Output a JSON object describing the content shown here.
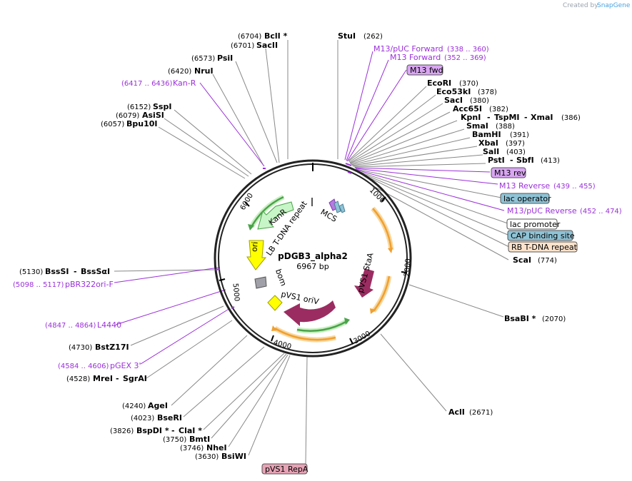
{
  "branding": {
    "prefix": "Created by",
    "name": "SnapGene"
  },
  "plasmid": {
    "name": "pDGB3_alpha2",
    "length_label": "6967 bp",
    "length": 6967
  },
  "ticks": [
    "1000",
    "2000",
    "3000",
    "4000",
    "5000",
    "6000"
  ],
  "sites": {
    "bcli": {
      "pos": "(6704)",
      "name": "BclI *"
    },
    "sacii": {
      "pos": "(6701)",
      "name": "SacII"
    },
    "psii": {
      "pos": "(6573)",
      "name": "PsiI"
    },
    "nrui": {
      "pos": "(6420)",
      "name": "NruI"
    },
    "sspi": {
      "pos": "(6152)",
      "name": "SspI"
    },
    "asisi": {
      "pos": "(6079)",
      "name": "AsiSI"
    },
    "bpu10i": {
      "pos": "(6057)",
      "name": "Bpu10I"
    },
    "stui": {
      "name": "StuI",
      "pos": "(262)"
    },
    "ecori": {
      "name": "EcoRI",
      "pos": "(370)"
    },
    "eco53ki": {
      "name": "Eco53kI",
      "pos": "(378)"
    },
    "saci": {
      "name": "SacI",
      "pos": "(380)"
    },
    "acc65i": {
      "name": "Acc65I",
      "pos": "(382)"
    },
    "kpni": {
      "name": "KpnI",
      "sep1": "-",
      "name2": "TspMI",
      "sep2": "-",
      "name3": "XmaI",
      "pos": "(386)"
    },
    "smai": {
      "name": "SmaI",
      "pos": "(388)"
    },
    "bamhi": {
      "name": "BamHI",
      "pos": "(391)"
    },
    "xbai": {
      "name": "XbaI",
      "pos": "(397)"
    },
    "sali": {
      "name": "SalI",
      "pos": "(403)"
    },
    "psti": {
      "name": "PstI",
      "sep": "-",
      "name2": "SbfI",
      "pos": "(413)"
    },
    "scai": {
      "name": "ScaI",
      "pos": "(774)"
    },
    "bsabi": {
      "name": "BsaBI *",
      "pos": "(2070)"
    },
    "acli": {
      "name": "AclI",
      "pos": "(2671)"
    },
    "bsssi": {
      "pos": "(5130)",
      "name": "BssSI",
      "sep": "-",
      "name2": "BssSαI"
    },
    "bstz17i": {
      "pos": "(4730)",
      "name": "BstZ17I"
    },
    "mrei": {
      "pos": "(4528)",
      "name": "MreI",
      "sep": "-",
      "name2": "SgrAI"
    },
    "agei": {
      "pos": "(4240)",
      "name": "AgeI"
    },
    "bseri": {
      "pos": "(4023)",
      "name": "BseRI"
    },
    "bspdi": {
      "pos": "(3826)",
      "name": "BspDI *",
      "sep": "-",
      "name2": "ClaI *"
    },
    "bmti": {
      "pos": "(3750)",
      "name": "BmtI"
    },
    "nhei": {
      "pos": "(3746)",
      "name": "NheI"
    },
    "bsiwi": {
      "pos": "(3630)",
      "name": "BsiWI"
    }
  },
  "primers": {
    "m13puc_fwd": {
      "name": "M13/pUC Forward",
      "range": "(338 .. 360)"
    },
    "m13_fwd": {
      "name": "M13 Forward",
      "range": "(352 .. 369)"
    },
    "kanr_p": {
      "range": "(6417 .. 6436)",
      "name": "Kan-R"
    },
    "m13_rev_p": {
      "name": "M13 Reverse",
      "range": "(439 .. 455)"
    },
    "m13puc_rev": {
      "name": "M13/pUC Reverse",
      "range": "(452 .. 474)"
    },
    "pbr322": {
      "range": "(5098 .. 5117)",
      "name": "pBR322ori-F"
    },
    "l4440": {
      "range": "(4847 .. 4864)",
      "name": "L4440"
    },
    "pgex3": {
      "range": "(4584 .. 4606)",
      "name": "pGEX 3'"
    }
  },
  "boxes": {
    "m13fwd": {
      "label": "M13 fwd",
      "color": "#d9a6f2"
    },
    "m13rev": {
      "label": "M13 rev",
      "color": "#d9a6f2"
    },
    "lacop": {
      "label": "lac operator",
      "color": "#8fc3d6"
    },
    "lacprom": {
      "label": "lac promoter",
      "color": "#ffffff"
    },
    "cap": {
      "label": "CAP binding site",
      "color": "#8fc3d6"
    },
    "rbtdna": {
      "label": "RB T-DNA repeat",
      "color": "#fde3cc"
    },
    "pvs1repa": {
      "label": "pVS1 RepA",
      "color": "#e6a3b6"
    }
  },
  "features": {
    "mcs": "MCS",
    "kanr": "KanR",
    "lb": "LB T-DNA repeat",
    "ori": "ori",
    "bom": "bom",
    "pvs1_stab": "pVS1 StaA",
    "pvs1_oriv": "pVS1 oriV"
  },
  "colors": {
    "primer": "#9b30d9",
    "kanr": "#c8f5c8",
    "ori": "#ffff00",
    "staa": "#9b2c61",
    "orange_arc": "#f0a030",
    "green_arc": "#4aa34a",
    "bom": "#a0a0a8"
  }
}
